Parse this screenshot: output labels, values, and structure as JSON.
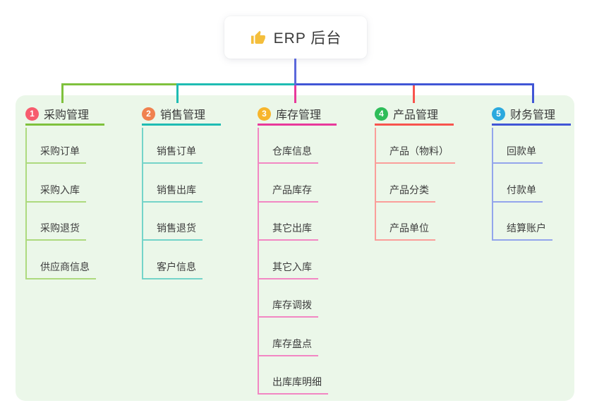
{
  "root": {
    "label": "ERP 后台",
    "icon": "thumbs-up-icon",
    "icon_color": "#F4BE3B"
  },
  "canvas": {
    "background": "#FFFFFF",
    "container_background": "#EBF7E9",
    "root_line_color": "#5B68DB",
    "text_color": "#3A3A3A"
  },
  "branches": [
    {
      "badge": "1",
      "badge_color": "#F75C6E",
      "line_color": "#7FC13D",
      "sub_line_color": "#ADDA7E",
      "title": "采购管理",
      "items": [
        "采购订单",
        "采购入库",
        "采购退货",
        "供应商信息"
      ]
    },
    {
      "badge": "2",
      "badge_color": "#F0814F",
      "line_color": "#1FBCB3",
      "sub_line_color": "#74D4C9",
      "title": "销售管理",
      "items": [
        "销售订单",
        "销售出库",
        "销售退货",
        "客户信息"
      ]
    },
    {
      "badge": "3",
      "badge_color": "#F7B52C",
      "line_color": "#E8399B",
      "sub_line_color": "#F287C3",
      "title": "库存管理",
      "items": [
        "仓库信息",
        "产品库存",
        "其它出库",
        "其它入库",
        "库存调拨",
        "库存盘点",
        "出库库明细"
      ]
    },
    {
      "badge": "4",
      "badge_color": "#2EBD59",
      "line_color": "#F8544E",
      "sub_line_color": "#FA9E9A",
      "title": "产品管理",
      "items": [
        "产品（物料）",
        "产品分类",
        "产品单位"
      ]
    },
    {
      "badge": "5",
      "badge_color": "#2BA9DE",
      "line_color": "#4156D6",
      "sub_line_color": "#93A5EC",
      "title": "财务管理",
      "items": [
        "回款单",
        "付款单",
        "结算账户"
      ]
    }
  ]
}
